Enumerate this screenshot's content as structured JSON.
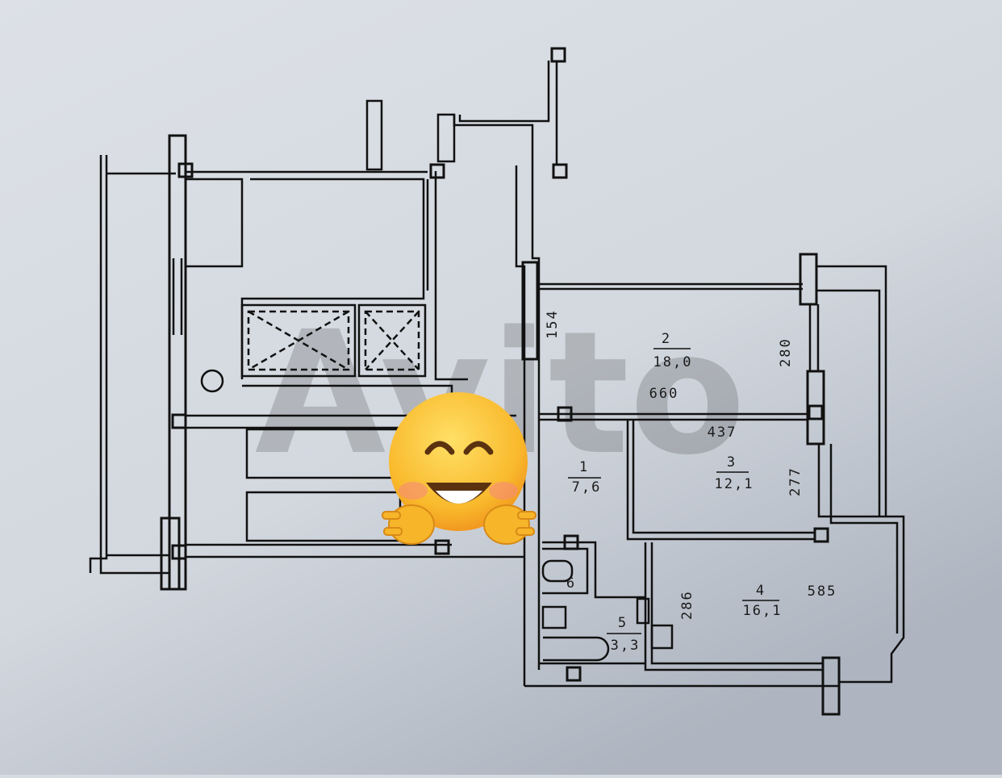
{
  "plan": {
    "watermark": "Avito",
    "rooms": [
      {
        "number": "1",
        "area": "7,6"
      },
      {
        "number": "2",
        "area": "18,0"
      },
      {
        "number": "3",
        "area": "12,1"
      },
      {
        "number": "4",
        "area": "16,1"
      },
      {
        "number": "5",
        "area": "3,3"
      },
      {
        "number": "6",
        "area": ""
      }
    ],
    "dimensions": {
      "d154": "154",
      "d280": "280",
      "d660": "660",
      "d437": "437",
      "d277": "277",
      "d286": "286",
      "d585": "585"
    }
  },
  "overlay": {
    "icon": "smiling-face-with-open-hands-emoji"
  },
  "colors": {
    "paper": "#d6dbe2",
    "ink": "#111111",
    "emoji": "#f7b52a"
  }
}
